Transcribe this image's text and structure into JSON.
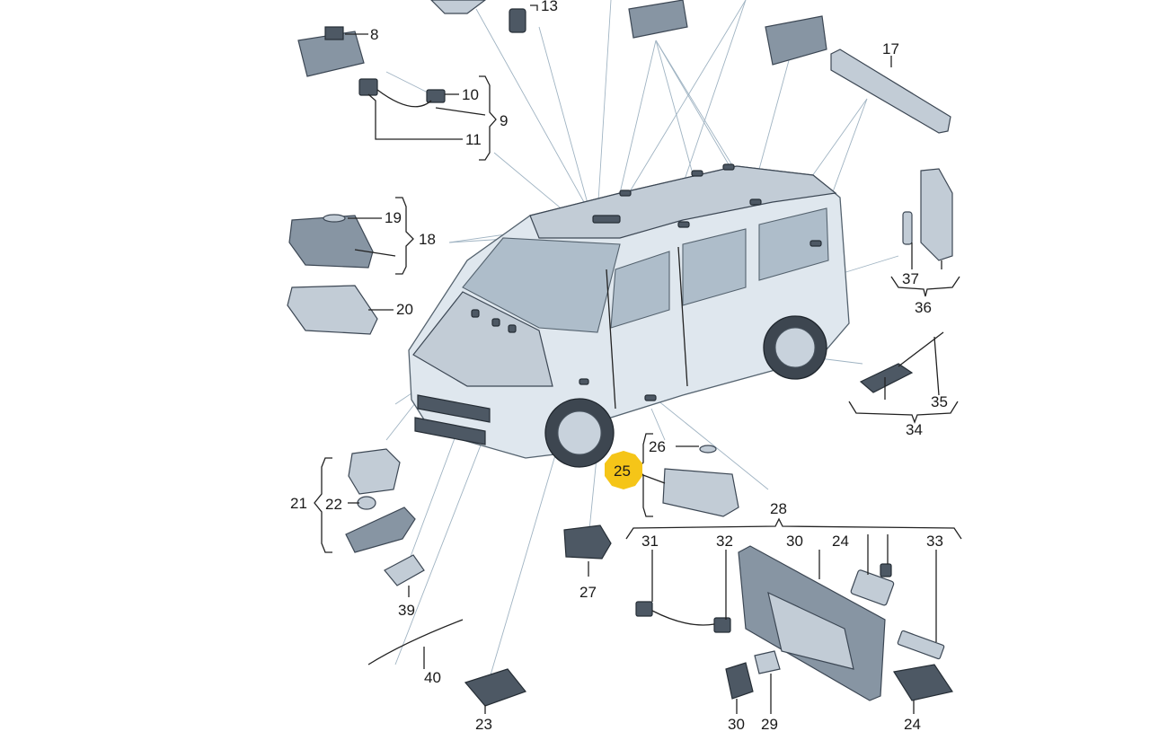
{
  "diagram": {
    "highlight_color": "#f5c518",
    "highlighted_part": "25",
    "callouts": {
      "c8": "8",
      "c9": "9",
      "c10": "10",
      "c11": "11",
      "c13": "13",
      "c17": "17",
      "c18": "18",
      "c19": "19",
      "c20": "20",
      "c21": "21",
      "c22": "22",
      "c23": "23",
      "c24a": "24",
      "c24b": "24",
      "c25": "25",
      "c26": "26",
      "c27": "27",
      "c28": "28",
      "c29": "29",
      "c30a": "30",
      "c30b": "30",
      "c31": "31",
      "c32": "32",
      "c33": "33",
      "c34": "34",
      "c35": "35",
      "c36": "36",
      "c37": "37",
      "c39": "39",
      "c40": "40"
    }
  }
}
